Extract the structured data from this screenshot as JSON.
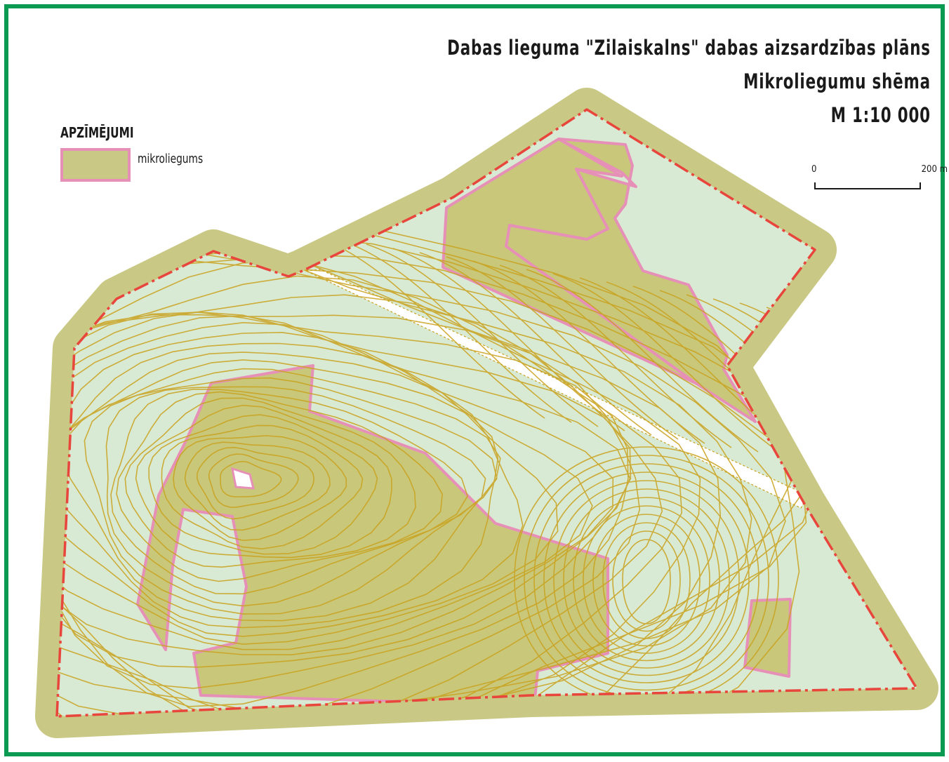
{
  "title": {
    "line1": "Dabas lieguma \"Zilaiskalns\" dabas aizsardzības plāns",
    "line2": "Mikroliegumu shēma",
    "line3": "M 1:10 000"
  },
  "legend": {
    "heading": "APZĪMĒJUMI",
    "items": [
      {
        "label": "mikroliegums",
        "fill": "#c9c884",
        "border": "#e690b8"
      }
    ]
  },
  "scale_bar": {
    "start_label": "0",
    "end_label": "200 m"
  },
  "colors": {
    "frame": "#0a9a52",
    "buffer": "#c9c884",
    "territory": "#d9ead4",
    "micro_reserve": "#c9c77a",
    "micro_reserve_border": "#e690b8",
    "contour": "#c9a21e",
    "boundary": "#e8453c"
  }
}
